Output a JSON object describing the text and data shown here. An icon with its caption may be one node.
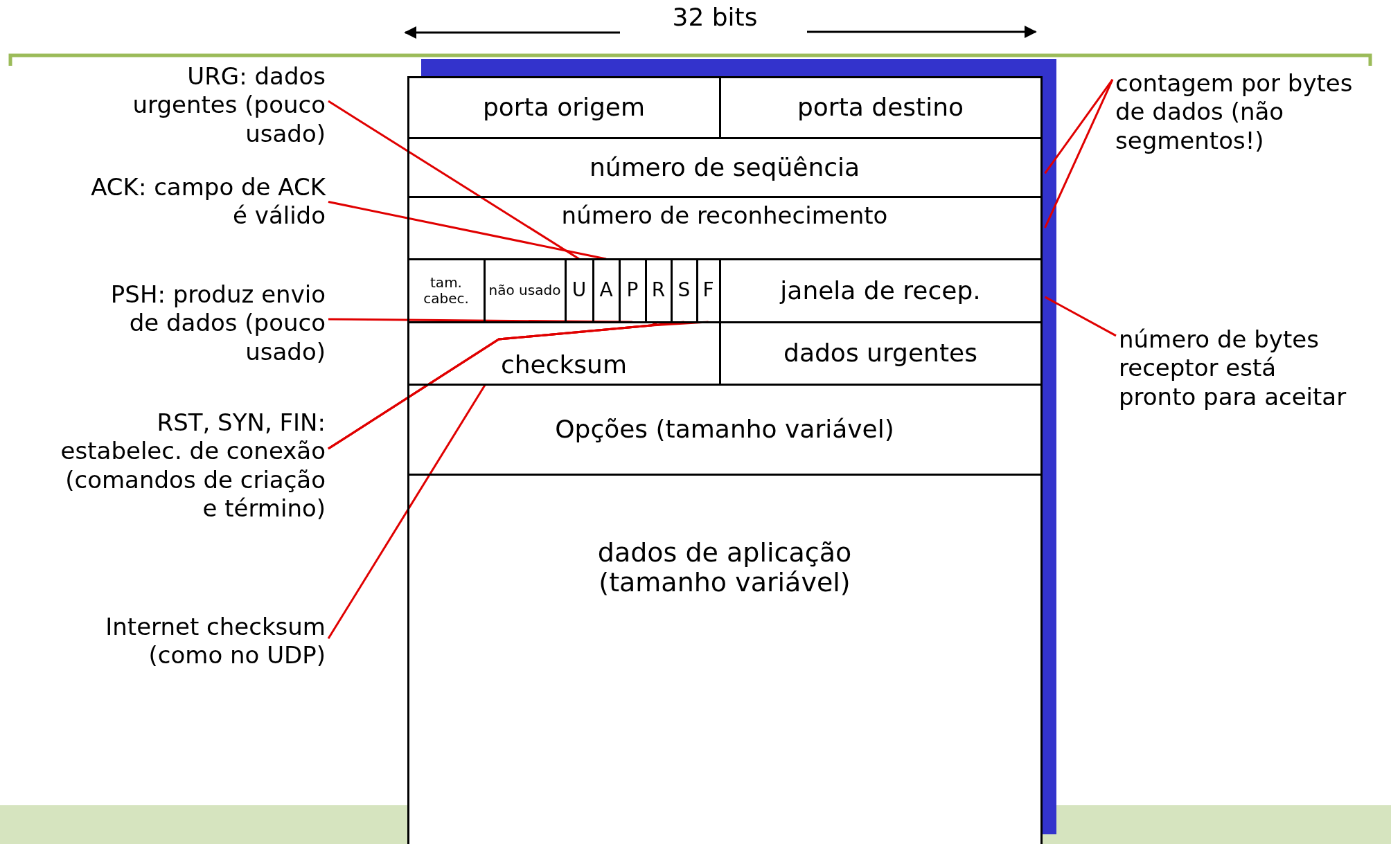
{
  "diagram": {
    "nodes": [
      {
        "text": [
          "porta origem"
        ]
      },
      {
        "text": [
          "porta destino"
        ]
      },
      {
        "text": [
          "número de seqüência"
        ]
      },
      {
        "text": [
          "número de reconhecimento"
        ]
      },
      {
        "text": [
          "tam. cabec."
        ]
      },
      {
        "text": [
          "não usado"
        ]
      },
      {
        "text": [
          "U"
        ]
      },
      {
        "text": [
          "A"
        ]
      },
      {
        "text": [
          "P"
        ]
      },
      {
        "text": [
          "R"
        ]
      },
      {
        "text": [
          "S"
        ]
      },
      {
        "text": [
          "F"
        ]
      },
      {
        "text": [
          "janela de recep."
        ]
      },
      {
        "text": [
          "checksum"
        ]
      },
      {
        "text": [
          "dados urgentes"
        ]
      },
      {
        "text": [
          "Opções (tamanho variável)"
        ]
      },
      {
        "text": [
          "dados de aplicação (tamanho variável)"
        ]
      },
      {
        "text": [
          "URG: dados urgentes (pouco usado)"
        ]
      },
      {
        "text": [
          "ACK: campo de ACK é válido"
        ]
      },
      {
        "text": [
          "PSH: produz envio de dados (pouco usado)"
        ]
      },
      {
        "text": [
          "RST, SYN, FIN: estabelec. de conexão (comandos de criação e término)"
        ]
      },
      {
        "text": [
          "Internet checksum (como no UDP)"
        ]
      },
      {
        "text": [
          "contagem por bytes de dados (não segmentos!)"
        ]
      },
      {
        "text": [
          "número de bytes receptor está pronto para aceitar"
        ]
      }
    ],
    "edges": [
      {
        "from": 17,
        "to": 6,
        "arrow": "none"
      },
      {
        "from": 18,
        "to": 7,
        "arrow": "none"
      },
      {
        "from": 19,
        "to": 8,
        "arrow": "none"
      },
      {
        "from": 20,
        "to": 9,
        "arrow": "none"
      },
      {
        "from": 20,
        "to": 10,
        "arrow": "none"
      },
      {
        "from": 20,
        "to": 11,
        "arrow": "none"
      },
      {
        "from": 21,
        "to": 13,
        "arrow": "none"
      },
      {
        "from": 22,
        "to": 2,
        "arrow": "none"
      },
      {
        "from": 22,
        "to": 3,
        "arrow": "none"
      },
      {
        "from": 23,
        "to": 12,
        "arrow": "none"
      }
    ],
    "labels": [
      "32 bits"
    ]
  }
}
